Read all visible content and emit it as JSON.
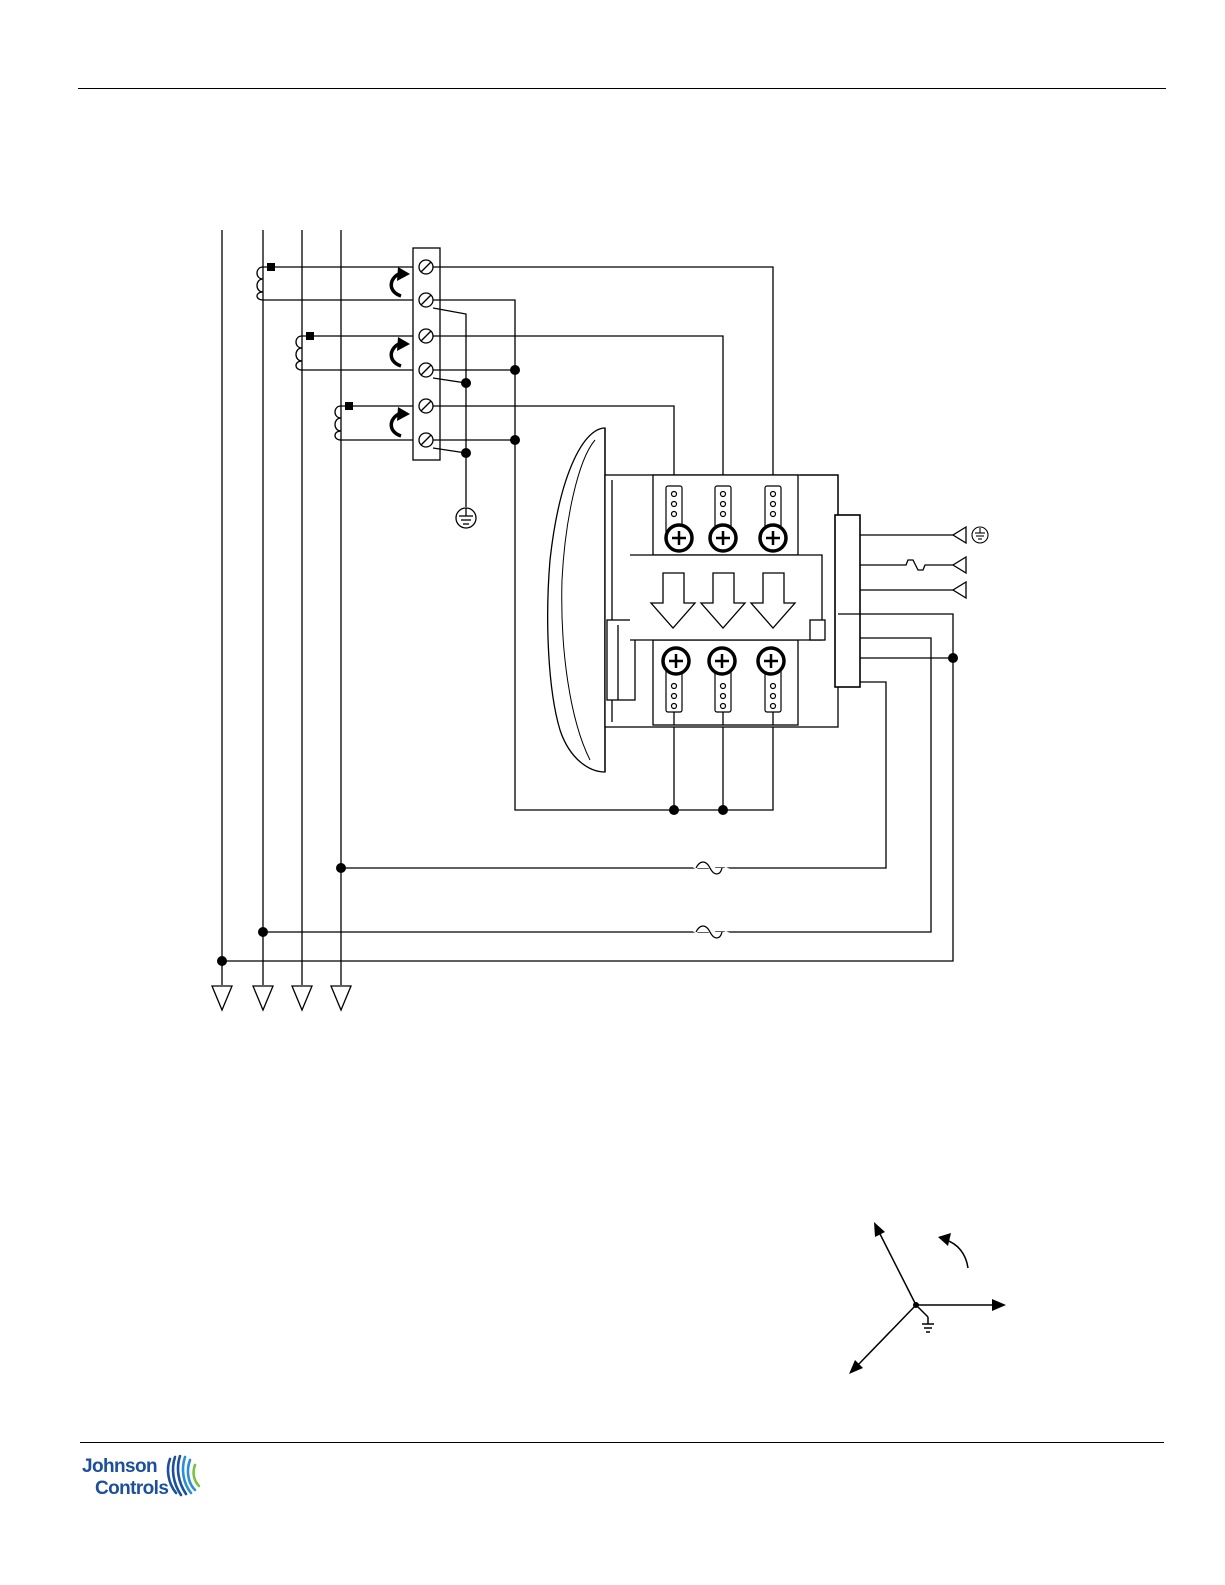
{
  "brand": {
    "line1": "Johnson",
    "line2": "Controls",
    "logo_colors": {
      "blue": "#1c4f9c",
      "lightblue": "#2b8fd6",
      "green": "#7ac143"
    }
  },
  "diagram": {
    "kind": "3-phase CT meter wiring schematic",
    "icons": [
      "ground-icon",
      "current-transformer-coil-icon",
      "shorting-terminal-block-icon",
      "fuse-icon",
      "cable-gland-icon",
      "arrow-down-icon"
    ],
    "colors": {
      "line": "#000000",
      "meter_body": "#ffffff",
      "shade": "#e6e6e6"
    }
  },
  "phasor": {
    "kind": "three-phase phasor diagram with rotation arrow",
    "icons": [
      "ground-icon",
      "rotation-arrow-icon"
    ]
  }
}
